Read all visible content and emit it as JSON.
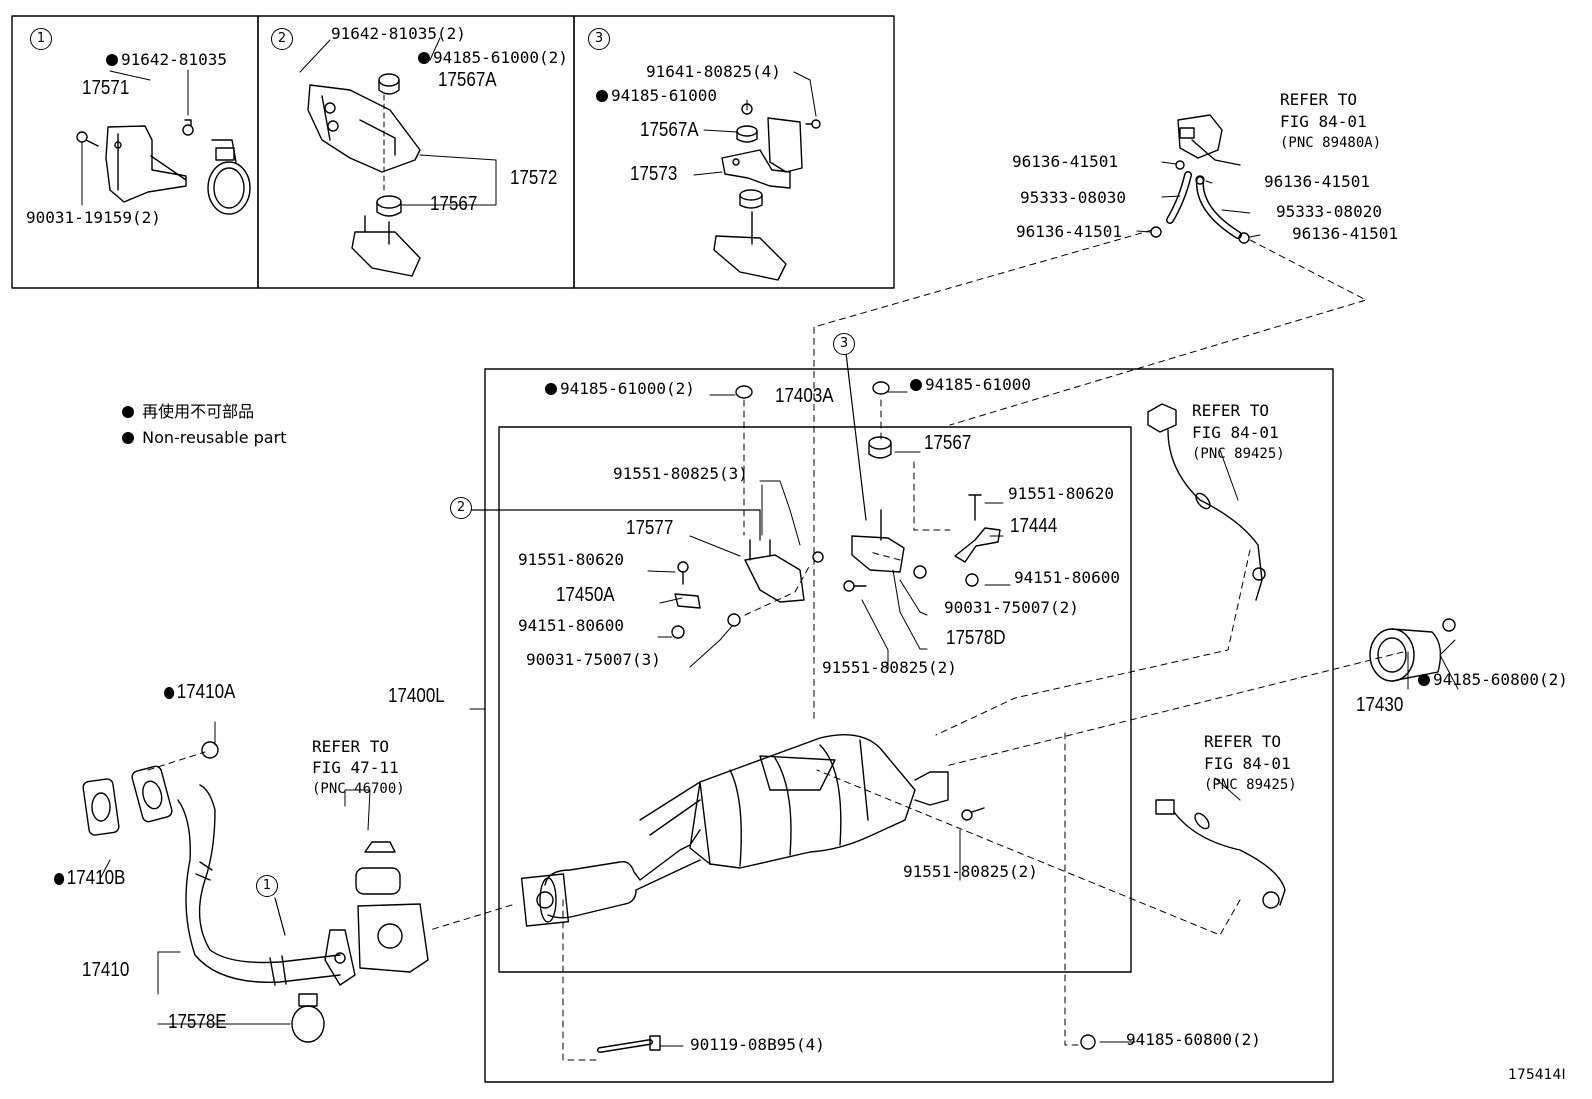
{
  "legend": {
    "japanese": "再使用不可部品",
    "english": "Non-reusable part"
  },
  "refs": {
    "refer_to": "REFER TO",
    "fig_84_01": "FIG 84-01",
    "fig_47_11": "FIG 47-11",
    "pnc_89480A": "(PNC 89480A)",
    "pnc_89425": "(PNC 89425)",
    "pnc_46700": "(PNC 46700)"
  },
  "callouts": {
    "c1": "1",
    "c2": "2",
    "c3": "3"
  },
  "parts": {
    "p91642_81035_a": "91642-81035",
    "p17571": "17571",
    "p90031_19159_2": "90031-19159(2)",
    "p91642_81035_2": "91642-81035(2)",
    "p94185_61000_2_top": "94185-61000(2)",
    "p17567A_a": "17567A",
    "p17572": "17572",
    "p17567_a": "17567",
    "p91641_80825_4": "91641-80825(4)",
    "p94185_61000_a": "94185-61000",
    "p17567A_b": "17567A",
    "p17573": "17573",
    "p96136_41501_a": "96136-41501",
    "p96136_41501_b": "96136-41501",
    "p95333_08030": "95333-08030",
    "p95333_08020": "95333-08020",
    "p96136_41501_c": "96136-41501",
    "p96136_41501_d": "96136-41501",
    "p94185_61000_2_mid": "94185-61000(2)",
    "p17403A": "17403A",
    "p94185_61000_b": "94185-61000",
    "p17567_b": "17567",
    "p91551_80825_3": "91551-80825(3)",
    "p91551_80620_a": "91551-80620",
    "p17444": "17444",
    "p17577": "17577",
    "p91551_80620_b": "91551-80620",
    "p94151_80600_a": "94151-80600",
    "p17450A": "17450A",
    "p90031_75007_2": "90031-75007(2)",
    "p94151_80600_b": "94151-80600",
    "p17578D": "17578D",
    "p90031_75007_3": "90031-75007(3)",
    "p91551_80825_2_a": "91551-80825(2)",
    "p17410A": "17410A",
    "p17400L": "17400L",
    "p17430": "17430",
    "p94185_60800_2_right": "94185-60800(2)",
    "p17410B": "17410B",
    "p91551_80825_2_b": "91551-80825(2)",
    "p17410": "17410",
    "p17578E": "17578E",
    "p90119_08B95_4": "90119-08B95(4)",
    "p94185_60800_2_bottom": "94185-60800(2)",
    "illustration_id": "175414I"
  }
}
